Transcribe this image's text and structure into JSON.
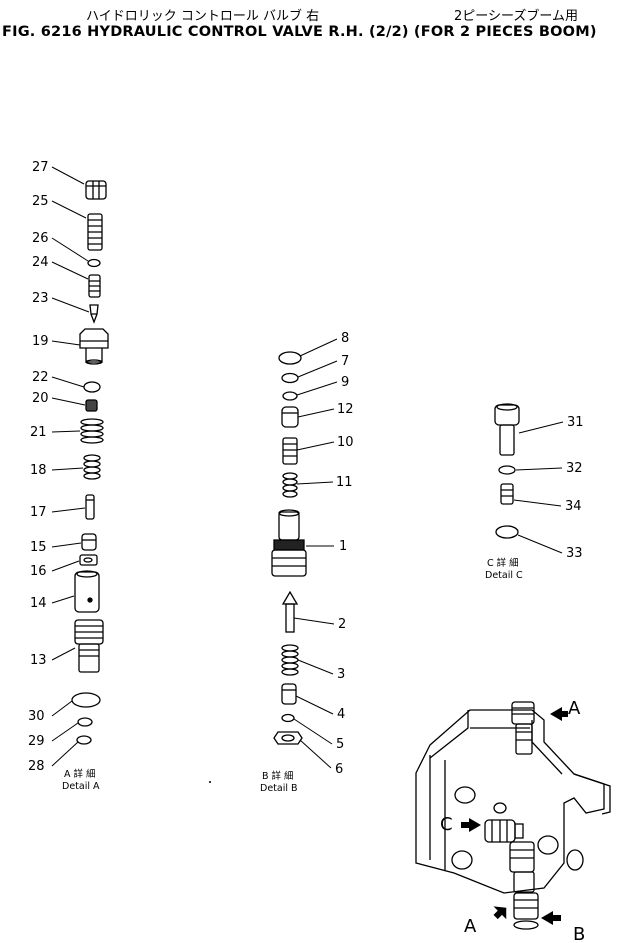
{
  "header": {
    "jp_left": "ハイドロリック コントロール バルブ 右",
    "jp_right": "2ピーシーズブーム用",
    "title": "FIG. 6216  HYDRAULIC CONTROL VALVE R.H. (2/2) (FOR 2 PIECES BOOM)"
  },
  "details": {
    "a": {
      "jp": "A 詳 細",
      "en": "Detail A"
    },
    "b": {
      "jp": "B 詳 細",
      "en": "Detail B"
    },
    "c": {
      "jp": "C 詳 細",
      "en": "Detail C"
    }
  },
  "callouts": {
    "c27": "27",
    "c25": "25",
    "c26": "26",
    "c24": "24",
    "c23": "23",
    "c19": "19",
    "c22": "22",
    "c20": "20",
    "c21": "21",
    "c18": "18",
    "c17": "17",
    "c15": "15",
    "c16": "16",
    "c14": "14",
    "c13": "13",
    "c30": "30",
    "c29": "29",
    "c28": "28",
    "c8": "8",
    "c7": "7",
    "c9": "9",
    "c12": "12",
    "c10": "10",
    "c11": "11",
    "c1": "1",
    "c2": "2",
    "c3": "3",
    "c4": "4",
    "c5": "5",
    "c6": "6",
    "c31": "31",
    "c32": "32",
    "c34": "34",
    "c33": "33"
  },
  "view_letters": {
    "a_top": "A",
    "c": "C",
    "a_bottom": "A",
    "b": "B"
  }
}
